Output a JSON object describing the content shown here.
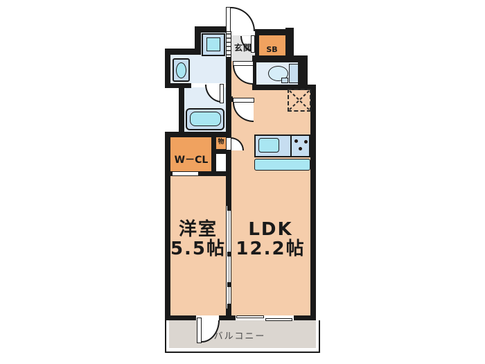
{
  "plan": {
    "type": "apartment-floor-plan",
    "rooms": {
      "genkan": {
        "label": "玄関"
      },
      "shoebox": {
        "label": "SB"
      },
      "walk_in_closet": {
        "label": "W－CL"
      },
      "storage": {
        "label": "物"
      },
      "western_room": {
        "label": "洋室",
        "size": "5.5帖"
      },
      "ldk": {
        "label": "LDK",
        "size": "12.2帖"
      },
      "balcony": {
        "label": "バルコニー"
      }
    },
    "fixtures": [
      "entrance-door",
      "shoebox-door",
      "washing-machine-pan",
      "washbasin",
      "bathtub",
      "bathroom-door",
      "toilet",
      "toilet-door",
      "ldk-door",
      "refrigerator-space",
      "kitchen-sink",
      "stove-burners",
      "kitchen-counter",
      "storage-door",
      "sliding-partition",
      "sliding-window",
      "balcony-door"
    ]
  },
  "colors": {
    "wall": "#1a1a1a",
    "room_peach": "#f5cdab",
    "closet_orange": "#f0a25f",
    "wet_blue": "#e2edf7",
    "fixture_cyan": "#a9e6f2",
    "fixture_blue": "#c6ddf0",
    "genkan_gray": "#e3e3e3",
    "balcony_gray": "#dbd6d0",
    "text_dark": "#1a1a1a",
    "balcony_text": "#4a4a4a"
  }
}
